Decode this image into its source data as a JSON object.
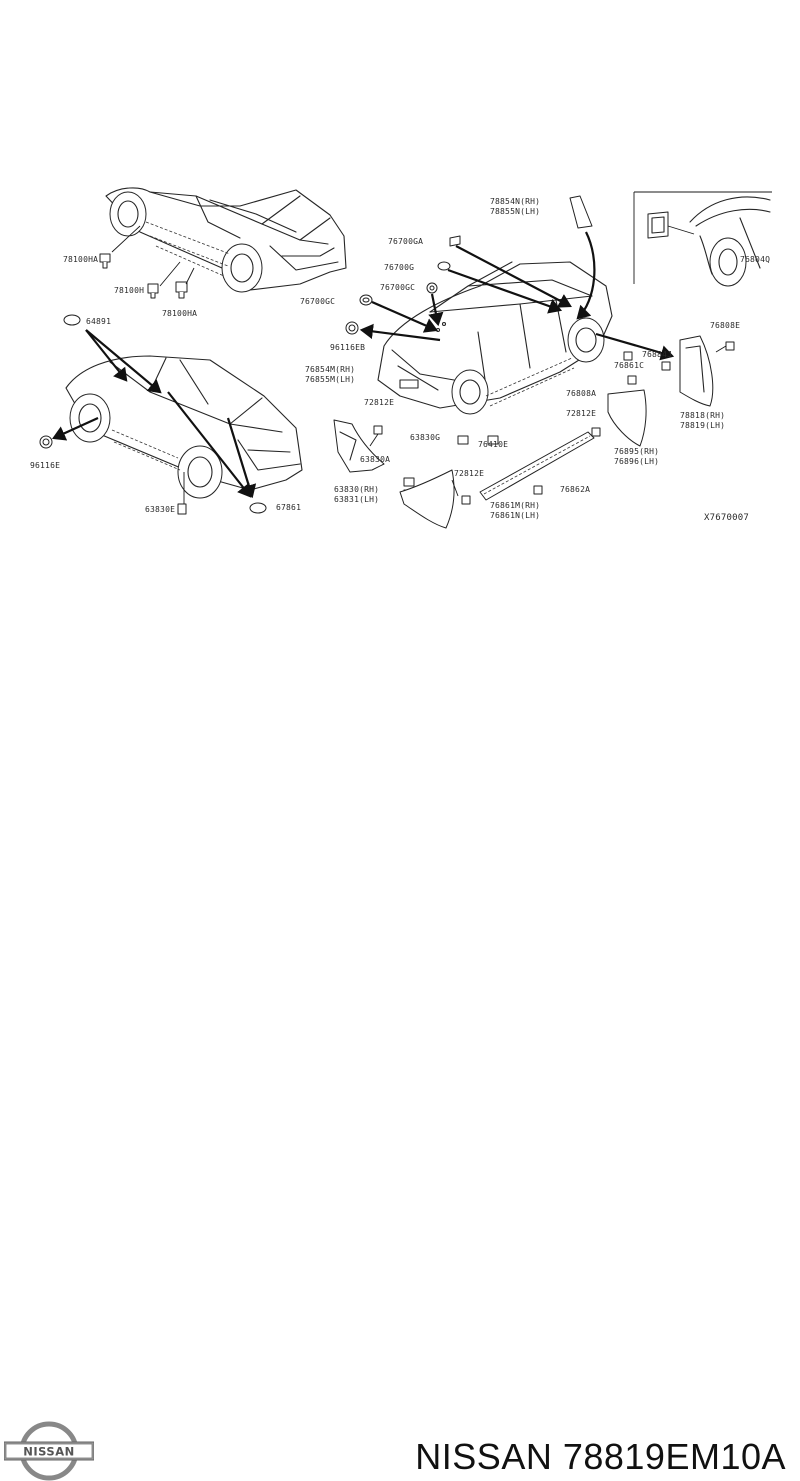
{
  "brand": {
    "logo_text": "NISSAN"
  },
  "caption": "NISSAN 78819EM10A",
  "diagram_code": "X7670007",
  "labels": {
    "l78100HA_a": "78100HA",
    "l78100H": "78100H",
    "l78100HA_b": "78100HA",
    "l64891": "64891",
    "l96116E": "96116E",
    "l63830E": "63830E",
    "l67861": "67861",
    "l78854N": "78854N(RH)",
    "l78855N": "78855N(LH)",
    "l76700GA": "76700GA",
    "l76700G": "76700G",
    "l76700GC_a": "76700GC",
    "l76700GC_b": "76700GC",
    "l96116EB": "96116EB",
    "l76854M": "76854M(RH)",
    "l76855M": "76855M(LH)",
    "l72812E_a": "72812E",
    "l63830G": "63830G",
    "l63830A": "63830A",
    "l63830": "63830(RH)",
    "l63831": "63831(LH)",
    "l72812E_b": "72812E",
    "l76410E": "76410E",
    "l76861M": "76861M(RH)",
    "l76861N": "76861N(LH)",
    "l76862A": "76862A",
    "l76884J": "76884J",
    "l76861C": "76861C",
    "l76808A": "76808A",
    "l72812E_c": "72812E",
    "l76895": "76895(RH)",
    "l76896": "76896(LH)",
    "l76808E": "76808E",
    "l78818": "78818(RH)",
    "l78819": "78819(LH)",
    "l76804Q": "76804Q"
  }
}
